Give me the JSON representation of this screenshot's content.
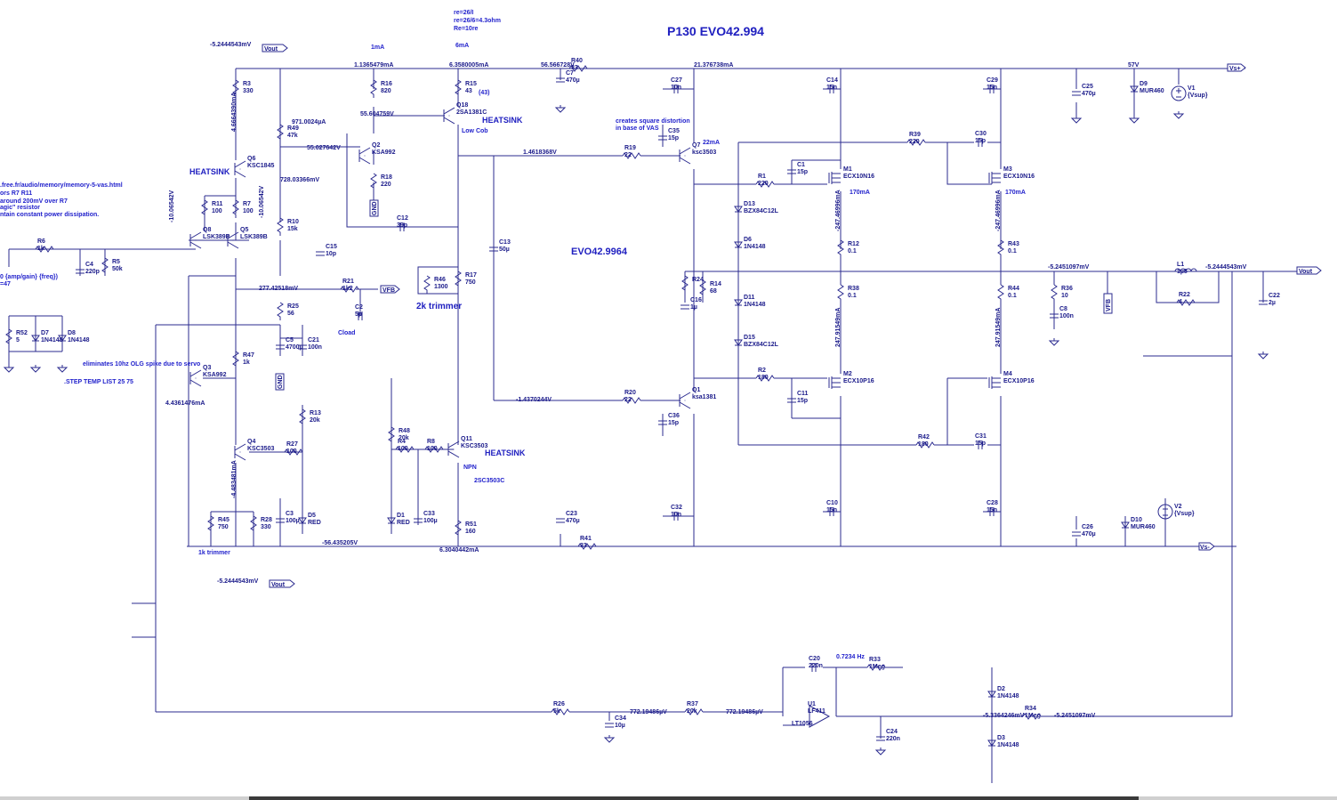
{
  "title": "P130 EVO42.994",
  "center_label": "EVO42.9964",
  "notes": {
    "re": "re=26/I",
    "re2": "re=26/6=4.3ohm",
    "re3": "Re=10re",
    "ma1": "1mA",
    "ma6": "6mA",
    "r15_note": "(43)",
    "url1": ".free.fr/audio/memory/memory-5-vas.html",
    "url2": "ors R7 R11",
    "url3": "around 200mV over R7",
    "url4": "agic\" resistor",
    "url5": "ntain constant power dissipation.",
    "vas": "creates square distortion",
    "vas2": "in base of VAS",
    "servo": "eliminates 10hz OLG spike due to servo",
    "step": ".STEP TEMP LIST 25 75",
    "source": "0 {amp/gain} {freq})",
    "source2": "=47",
    "trim2k": "2k trimmer",
    "trim1k": "1k trimmer",
    "lowcob": "Low Cob",
    "npn": "NPN",
    "sc3503c": "2SC3503C",
    "ma22": "22mA",
    "ma170a": "170mA",
    "ma170b": "170mA",
    "hz": "0.7234 Hz",
    "cload": "Cload"
  },
  "heatsinks": [
    "HEATSINK",
    "HEATSINK",
    "HEATSINK"
  ],
  "nets": {
    "vout1": "-5.2444543mV",
    "vout2": "-5.2444543mV",
    "vout3": "-5.2444543mV",
    "v1136": "1.1365479mA",
    "v6358": "6.3580005mA",
    "v56566": "56.566728V",
    "v21376": "21.376738mA",
    "v57": "57V",
    "v971": "971.0024µA",
    "v55027": "55.027642V",
    "v55604": "55.604759V",
    "v728": "728.03366mV",
    "v1046a": "-10.06542V",
    "v1046b": "-10.06542V",
    "v4666": "4.6664390mA",
    "v14618": "1.4618368V",
    "v277": "277.42518mV",
    "v4436": "4.4361476mA",
    "v4483": "-4.483481mA",
    "v14370": "-1.4370244V",
    "v56435": "-56.435205V",
    "v6304": "6.3040442mA",
    "v52451a": "-5.2451097mV",
    "v52451b": "-5.2451097mV",
    "v52444": "-5.2444543mV",
    "v24746a": "-247.46996mA",
    "v24746b": "-247.46996mA",
    "v24791a": "247.91549mA",
    "v24791b": "247.91549mA",
    "v772a": "772.19486µV",
    "v772b": "772.19486µV",
    "v5364": "-5.3364246mV"
  },
  "flags": {
    "vout": "Vout",
    "vsp": "Vs+",
    "vsm": "Vs-",
    "vfb": "VFB",
    "gnd": "GND",
    "vsup": "{Vsup}"
  },
  "components": [
    {
      "ref": "R3",
      "val": "330"
    },
    {
      "ref": "R16",
      "val": "820"
    },
    {
      "ref": "R15",
      "val": "43"
    },
    {
      "ref": "R40",
      "val": "33"
    },
    {
      "ref": "C7",
      "val": "470µ"
    },
    {
      "ref": "C27",
      "val": "10n"
    },
    {
      "ref": "C14",
      "val": "15n"
    },
    {
      "ref": "C29",
      "val": "15n"
    },
    {
      "ref": "C25",
      "val": "470µ"
    },
    {
      "ref": "D9",
      "val": "MUR460"
    },
    {
      "ref": "V1",
      "val": "{Vsup}"
    },
    {
      "ref": "R49",
      "val": "47k"
    },
    {
      "ref": "Q2",
      "val": "KSA992"
    },
    {
      "ref": "Q18",
      "val": "2SA1381C"
    },
    {
      "ref": "R18",
      "val": "220"
    },
    {
      "ref": "Q6",
      "val": "KSC1845"
    },
    {
      "ref": "R11",
      "val": "100"
    },
    {
      "ref": "R7",
      "val": "100"
    },
    {
      "ref": "R10",
      "val": "15k"
    },
    {
      "ref": "C12",
      "val": "39p"
    },
    {
      "ref": "C13",
      "val": "50µ"
    },
    {
      "ref": "C15",
      "val": "10p"
    },
    {
      "ref": "R6",
      "val": "1k"
    },
    {
      "ref": "C4",
      "val": "220p"
    },
    {
      "ref": "R5",
      "val": "50k"
    },
    {
      "ref": "Q8",
      "val": "LSK389B"
    },
    {
      "ref": "Q5",
      "val": "LSK389B"
    },
    {
      "ref": "R21",
      "val": "1k2"
    },
    {
      "ref": "C2",
      "val": "5p"
    },
    {
      "ref": "R46",
      "val": "1300"
    },
    {
      "ref": "R17",
      "val": "750"
    },
    {
      "ref": "R25",
      "val": "56"
    },
    {
      "ref": "C5",
      "val": "4700µ"
    },
    {
      "ref": "C21",
      "val": "100n"
    },
    {
      "ref": "R52",
      "val": "5"
    },
    {
      "ref": "D7",
      "val": "1N4148"
    },
    {
      "ref": "D8",
      "val": "1N4148"
    },
    {
      "ref": "R47",
      "val": "1k"
    },
    {
      "ref": "Q3",
      "val": "KSA992"
    },
    {
      "ref": "R13",
      "val": "20k"
    },
    {
      "ref": "Q4",
      "val": "KSC3503"
    },
    {
      "ref": "R27",
      "val": "100"
    },
    {
      "ref": "R45",
      "val": "750"
    },
    {
      "ref": "R28",
      "val": "330"
    },
    {
      "ref": "C3",
      "val": "100µ"
    },
    {
      "ref": "D5",
      "val": "RED"
    },
    {
      "ref": "R48",
      "val": "20k"
    },
    {
      "ref": "R4",
      "val": "100"
    },
    {
      "ref": "R8",
      "val": "100"
    },
    {
      "ref": "Q11",
      "val": "KSC3503"
    },
    {
      "ref": "D1",
      "val": "RED"
    },
    {
      "ref": "C33",
      "val": "100µ"
    },
    {
      "ref": "R51",
      "val": "160"
    },
    {
      "ref": "C23",
      "val": "470µ"
    },
    {
      "ref": "R41",
      "val": "33"
    },
    {
      "ref": "C32",
      "val": "10n"
    },
    {
      "ref": "R19",
      "val": "22"
    },
    {
      "ref": "C35",
      "val": "15p"
    },
    {
      "ref": "Q7",
      "val": "ksc3503"
    },
    {
      "ref": "R1",
      "val": "220"
    },
    {
      "ref": "C1",
      "val": "15p"
    },
    {
      "ref": "M1",
      "val": "ECX10N16"
    },
    {
      "ref": "D13",
      "val": "BZX84C12L"
    },
    {
      "ref": "D6",
      "val": "1N4148"
    },
    {
      "ref": "R12",
      "val": "0.1"
    },
    {
      "ref": "R24",
      "val": ""
    },
    {
      "ref": "R14",
      "val": "68"
    },
    {
      "ref": "C16",
      "val": "1µ"
    },
    {
      "ref": "D11",
      "val": "1N4148"
    },
    {
      "ref": "R38",
      "val": "0.1"
    },
    {
      "ref": "D15",
      "val": "BZX84C12L"
    },
    {
      "ref": "R2",
      "val": "180"
    },
    {
      "ref": "C11",
      "val": "15p"
    },
    {
      "ref": "M2",
      "val": "ECX10P16"
    },
    {
      "ref": "R20",
      "val": "22"
    },
    {
      "ref": "Q1",
      "val": "ksa1381"
    },
    {
      "ref": "C36",
      "val": "15p"
    },
    {
      "ref": "C10",
      "val": "15n"
    },
    {
      "ref": "R39",
      "val": "220"
    },
    {
      "ref": "C30",
      "val": "15p"
    },
    {
      "ref": "M3",
      "val": "ECX10N16"
    },
    {
      "ref": "R43",
      "val": "0.1"
    },
    {
      "ref": "R44",
      "val": "0.1"
    },
    {
      "ref": "M4",
      "val": "ECX10P16"
    },
    {
      "ref": "R42",
      "val": "180"
    },
    {
      "ref": "C31",
      "val": "15p"
    },
    {
      "ref": "C28",
      "val": "15n"
    },
    {
      "ref": "R36",
      "val": "10"
    },
    {
      "ref": "C8",
      "val": "100n"
    },
    {
      "ref": "L1",
      "val": "1µ5"
    },
    {
      "ref": "R22",
      "val": "4"
    },
    {
      "ref": "C22",
      "val": "2µ"
    },
    {
      "ref": "C26",
      "val": "470µ"
    },
    {
      "ref": "D10",
      "val": "MUR460"
    },
    {
      "ref": "V2",
      "val": "{Vsup}"
    },
    {
      "ref": "R26",
      "val": "5k"
    },
    {
      "ref": "C34",
      "val": "10µ"
    },
    {
      "ref": "R37",
      "val": "20k"
    },
    {
      "ref": "C20",
      "val": "220n"
    },
    {
      "ref": "R33",
      "val": "1Meg"
    },
    {
      "ref": "U1",
      "val": "LF411"
    },
    {
      "ref": "LT1056",
      "val": ""
    },
    {
      "ref": "C24",
      "val": "220n"
    },
    {
      "ref": "D2",
      "val": "1N4148"
    },
    {
      "ref": "R34",
      "val": "1Meg"
    },
    {
      "ref": "D3",
      "val": "1N4148"
    }
  ]
}
